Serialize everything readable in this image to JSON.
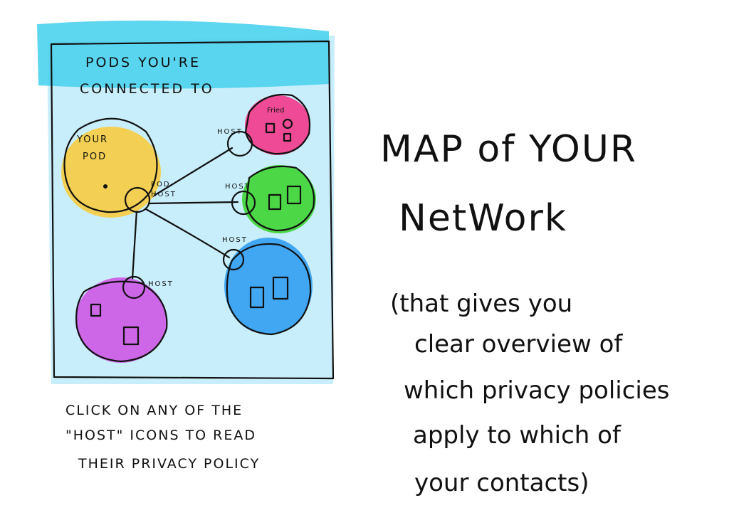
{
  "panel": {
    "title_line1": "PODS YOU'RE",
    "title_line2": "CONNECTED TO"
  },
  "your_pod": {
    "label_line1": "YOUR",
    "label_line2": "POD",
    "host_label_line1": "POD",
    "host_label_line2": "HOST",
    "color": "#f5cd4a"
  },
  "pods": [
    {
      "id": "friend-pod",
      "host_label": "HOST",
      "member_label": "Fried",
      "color": "#f0408f",
      "host_color": "#e77fe6"
    },
    {
      "id": "green-pod",
      "host_label": "HOST",
      "color": "#46d63c",
      "host_color": "#9be24a"
    },
    {
      "id": "blue-pod",
      "host_label": "HOST",
      "color": "#3aa2f2",
      "host_color": "#5a3ee0"
    },
    {
      "id": "purple-pod",
      "host_label": "HOST",
      "color": "#cf5fe6",
      "host_color": "#9a2aa8"
    }
  ],
  "caption": {
    "line1": "CLICK ON ANY OF THE",
    "line2": "\"HOST\" ICONS TO READ",
    "line3": "THEIR PRIVACY POLICY"
  },
  "headline": {
    "line1": "MAP of YOUR",
    "line2": "NetWork"
  },
  "description": {
    "line1": "(that gives you",
    "line2": "clear overview of",
    "line3": "which privacy policies",
    "line4": "apply to which of",
    "line5": "your contacts)"
  },
  "colors": {
    "panel_background": "#c9eefb",
    "title_band": "#4fd3ef",
    "ink": "#111111"
  }
}
